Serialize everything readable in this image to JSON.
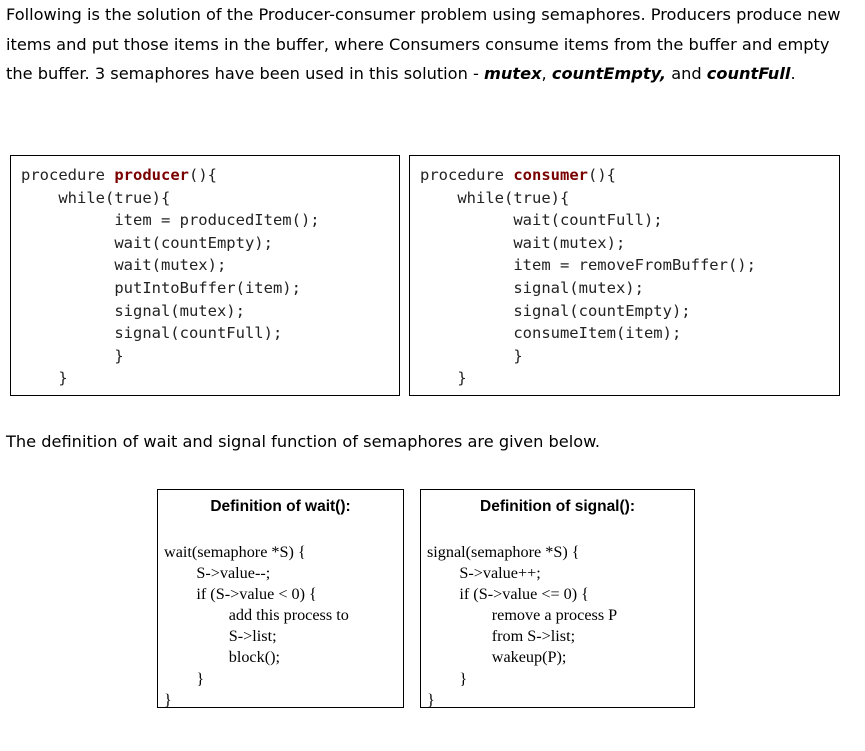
{
  "intro": {
    "text_a": "Following is the solution of the Producer-consumer problem using semaphores. Producers produce new items and put those items in the buffer, where Consumers consume items from the buffer and empty the buffer. 3 semaphores have been used in this solution - ",
    "mutex": "mutex",
    "sep1": ", ",
    "countEmpty": "countEmpty,",
    "and": " and ",
    "countFull": "countFull",
    "end": "."
  },
  "producer": {
    "header_pre": "procedure ",
    "name": "producer",
    "header_post": "(){",
    "lines": [
      "    while(true){",
      "          item = producedItem();",
      "          wait(countEmpty);",
      "          wait(mutex);",
      "          putIntoBuffer(item);",
      "          signal(mutex);",
      "          signal(countFull);",
      "          }",
      "    }"
    ]
  },
  "consumer": {
    "header_pre": "procedure ",
    "name": "consumer",
    "header_post": "(){",
    "lines": [
      "    while(true){",
      "          wait(countFull);",
      "          wait(mutex);",
      "          item = removeFromBuffer();",
      "          signal(mutex);",
      "          signal(countEmpty);",
      "          consumeItem(item);",
      "          }",
      "    }"
    ]
  },
  "middle_text": "The definition of wait and signal function of semaphores are given below.",
  "wait_def": {
    "title": "Definition of wait():",
    "code": "wait(semaphore *S) {\n        S->value--;\n        if (S->value < 0) {\n                add this process to\n                S->list;\n                block();\n        }\n}"
  },
  "signal_def": {
    "title": "Definition of signal():",
    "code": "signal(semaphore *S) {\n        S->value++;\n        if (S->value <= 0) {\n                remove a process P\n                from S->list;\n                wakeup(P);\n        }\n}"
  }
}
